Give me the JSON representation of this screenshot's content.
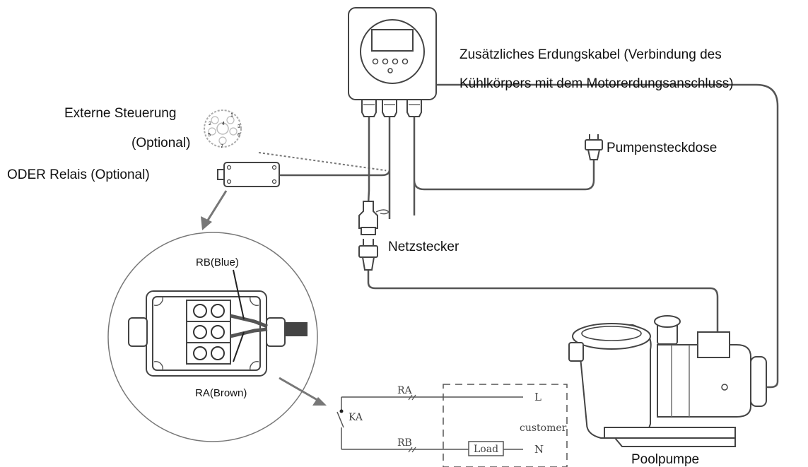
{
  "labels": {
    "ground_cable_line1": "Zusätzliches Erdungskabel (Verbindung des",
    "ground_cable_line2": "Kühlkörpers mit dem Motorerdungsanschluss)",
    "external_control_line1": "Externe Steuerung",
    "external_control_line2": "(Optional)",
    "relay": "ODER Relais (Optional)",
    "pump_socket": "Pumpensteckdose",
    "mains_plug": "Netzstecker",
    "pool_pump": "Poolpumpe",
    "rb_wire": "RB(Blue)",
    "ra_wire": "RA(Brown)"
  },
  "connector_pins": [
    "1",
    "2",
    "3",
    "4",
    "5",
    "6",
    "7"
  ],
  "schematic": {
    "ra": "RA",
    "rb": "RB",
    "ka": "KA",
    "l": "L",
    "n": "N",
    "customer": "customer",
    "load": "Load"
  }
}
